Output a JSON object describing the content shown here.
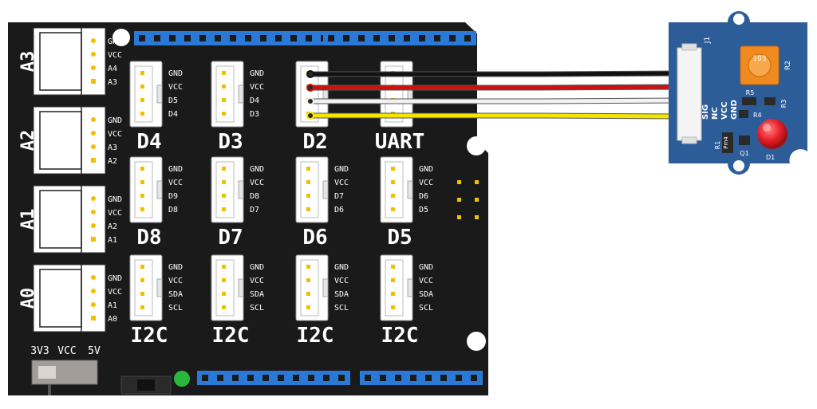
{
  "shield": {
    "analog_ports": [
      {
        "label": "A3",
        "pins": [
          "GND",
          "VCC",
          "A4",
          "A3"
        ]
      },
      {
        "label": "A2",
        "pins": [
          "GND",
          "VCC",
          "A3",
          "A2"
        ]
      },
      {
        "label": "A1",
        "pins": [
          "GND",
          "VCC",
          "A2",
          "A1"
        ]
      },
      {
        "label": "A0",
        "pins": [
          "GND",
          "VCC",
          "A1",
          "A0"
        ]
      }
    ],
    "grid_ports": [
      [
        {
          "label": "D4",
          "pins": [
            "GND",
            "VCC",
            "D5",
            "D4"
          ]
        },
        {
          "label": "D3",
          "pins": [
            "GND",
            "VCC",
            "D4",
            "D3"
          ]
        },
        {
          "label": "D2",
          "pins": [
            "",
            "",
            "",
            ""
          ]
        },
        {
          "label": "UART",
          "pins": [
            "",
            "",
            "",
            ""
          ]
        }
      ],
      [
        {
          "label": "D8",
          "pins": [
            "GND",
            "VCC",
            "D9",
            "D8"
          ]
        },
        {
          "label": "D7",
          "pins": [
            "GND",
            "VCC",
            "D8",
            "D7"
          ]
        },
        {
          "label": "D6",
          "pins": [
            "GND",
            "VCC",
            "D7",
            "D6"
          ]
        },
        {
          "label": "D5",
          "pins": [
            "GND",
            "VCC",
            "D6",
            "D5"
          ]
        }
      ],
      [
        {
          "label": "I2C",
          "pins": [
            "GND",
            "VCC",
            "SDA",
            "SCL"
          ]
        },
        {
          "label": "I2C",
          "pins": [
            "GND",
            "VCC",
            "SDA",
            "SCL"
          ]
        },
        {
          "label": "I2C",
          "pins": [
            "GND",
            "VCC",
            "SDA",
            "SCL"
          ]
        },
        {
          "label": "I2C",
          "pins": [
            "GND",
            "VCC",
            "SDA",
            "SCL"
          ]
        }
      ]
    ],
    "power_switch_labels": [
      "3V3",
      "VCC",
      "5V"
    ]
  },
  "module": {
    "connector_label": "J1",
    "pin_labels": [
      "SIG",
      "NC",
      "VCC",
      "GND"
    ],
    "pot_label": "103",
    "pot_ref": "R2",
    "r3": "R3",
    "r1": "R1",
    "r4": "R4",
    "r5": "R5",
    "q1": "Q1",
    "d1": "D1",
    "plus": "+",
    "chip": "Pm4"
  },
  "wires": [
    {
      "color": "#111111"
    },
    {
      "color": "#cc1111"
    },
    {
      "color": "#f2f2f2"
    },
    {
      "color": "#f2e600"
    }
  ],
  "colors": {
    "board": "#1a1a1a",
    "header": "#2b79d6",
    "module": "#2d5d99",
    "led": "#e8202a",
    "power_led": "#2ab83a"
  }
}
